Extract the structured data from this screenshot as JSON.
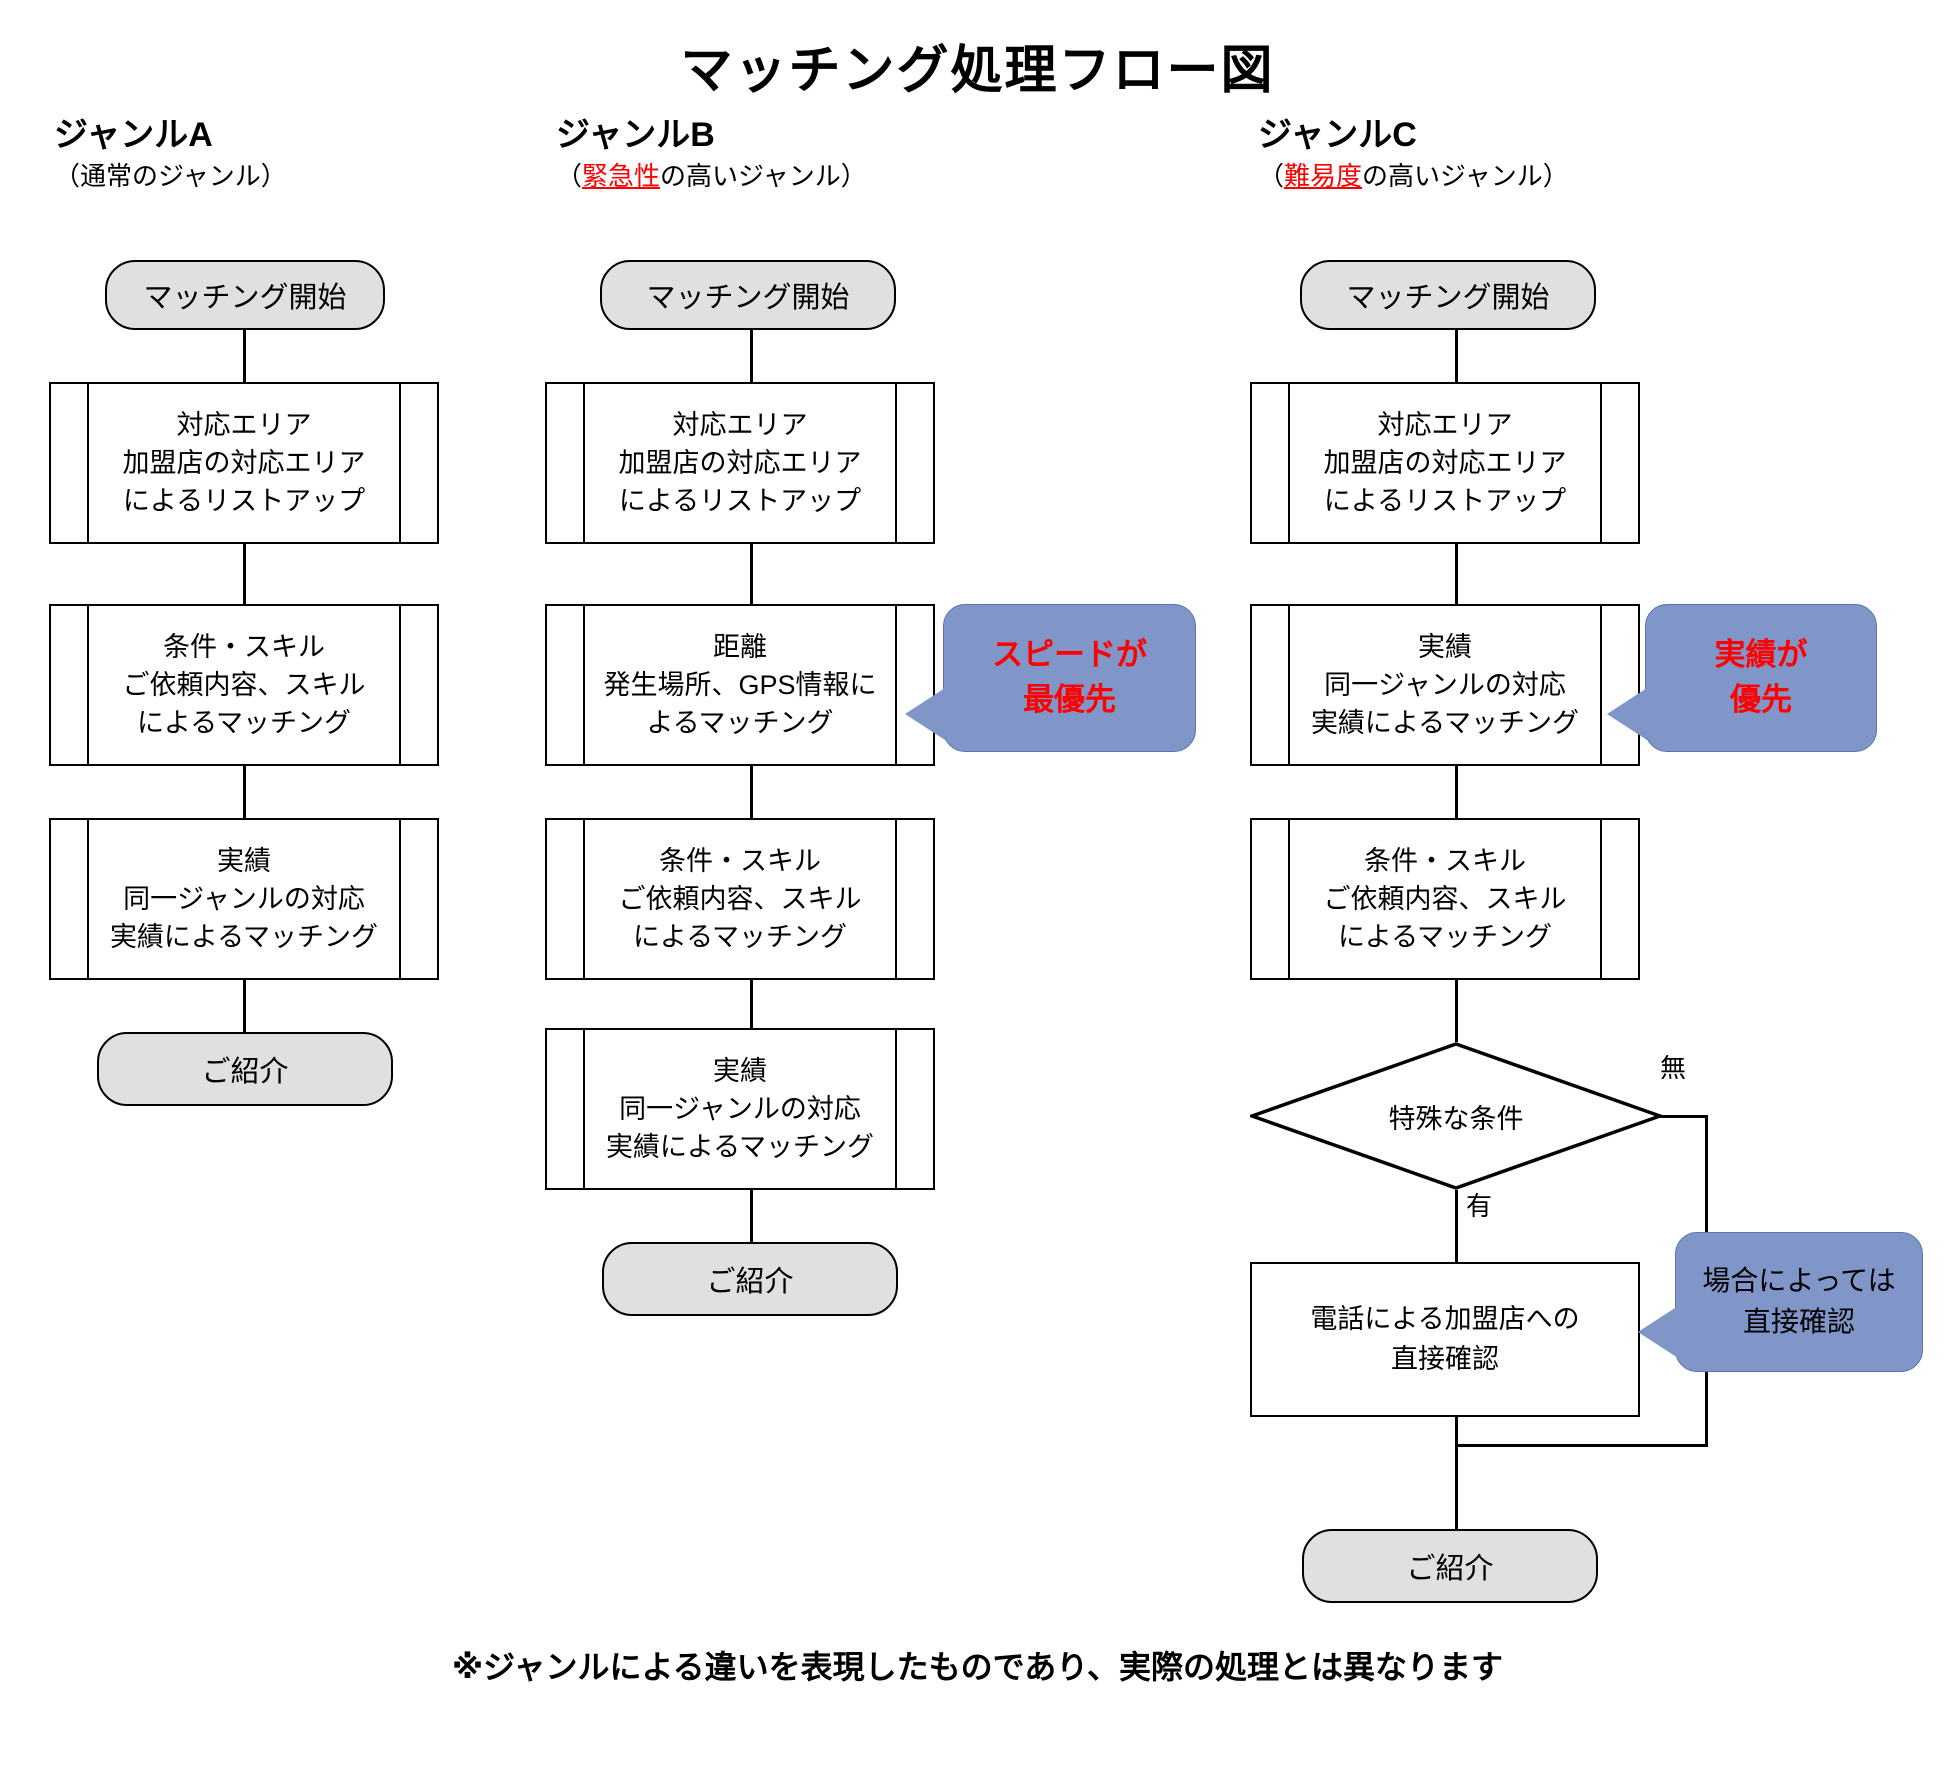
{
  "title": "マッチング処理フロー図",
  "footer_note": "※ジャンルによる違いを表現したものであり、実際の処理とは異なります",
  "colors": {
    "terminator_fill": "#e0e0e0",
    "callout_fill": "#8096c8",
    "accent_red": "#ff0000",
    "line": "#000000"
  },
  "columns": [
    {
      "id": "A",
      "title": "ジャンルA",
      "subtitle_open": "（",
      "subtitle_highlight": "",
      "subtitle_rest": "通常のジャンル",
      "subtitle_close": "）",
      "start": "マッチング開始",
      "end": "ご紹介",
      "steps": [
        {
          "heading": "対応エリア",
          "line2": "加盟店の対応エリア",
          "line3": "によるリストアップ"
        },
        {
          "heading": "条件・スキル",
          "line2": "ご依頼内容、スキル",
          "line3": "によるマッチング"
        },
        {
          "heading": "実績",
          "line2": "同一ジャンルの対応",
          "line3": "実績によるマッチング"
        }
      ]
    },
    {
      "id": "B",
      "title": "ジャンルB",
      "subtitle_open": "（",
      "subtitle_highlight": "緊急性",
      "subtitle_rest": "の高いジャンル",
      "subtitle_close": "）",
      "start": "マッチング開始",
      "end": "ご紹介",
      "steps": [
        {
          "heading": "対応エリア",
          "line2": "加盟店の対応エリア",
          "line3": "によるリストアップ"
        },
        {
          "heading": "距離",
          "line2": "発生場所、GPS情報に",
          "line3": "よるマッチング"
        },
        {
          "heading": "条件・スキル",
          "line2": "ご依頼内容、スキル",
          "line3": "によるマッチング"
        },
        {
          "heading": "実績",
          "line2": "同一ジャンルの対応",
          "line3": "実績によるマッチング"
        }
      ],
      "callout": {
        "line1": "スピードが",
        "line2": "最優先"
      }
    },
    {
      "id": "C",
      "title": "ジャンルC",
      "subtitle_open": "（",
      "subtitle_highlight": "難易度",
      "subtitle_rest": "の高いジャンル",
      "subtitle_close": "）",
      "start": "マッチング開始",
      "end": "ご紹介",
      "steps": [
        {
          "heading": "対応エリア",
          "line2": "加盟店の対応エリア",
          "line3": "によるリストアップ"
        },
        {
          "heading": "実績",
          "line2": "同一ジャンルの対応",
          "line3": "実績によるマッチング"
        },
        {
          "heading": "条件・スキル",
          "line2": "ご依頼内容、スキル",
          "line3": "によるマッチング"
        }
      ],
      "callout": {
        "line1": "実績が",
        "line2": "優先"
      },
      "decision": {
        "label": "特殊な条件",
        "branch_no": "無",
        "branch_yes": "有"
      },
      "phone_step": {
        "line1": "電話による加盟店への",
        "line2": "直接確認"
      },
      "callout2": {
        "line1": "場合によっては",
        "line2": "直接確認"
      }
    }
  ]
}
